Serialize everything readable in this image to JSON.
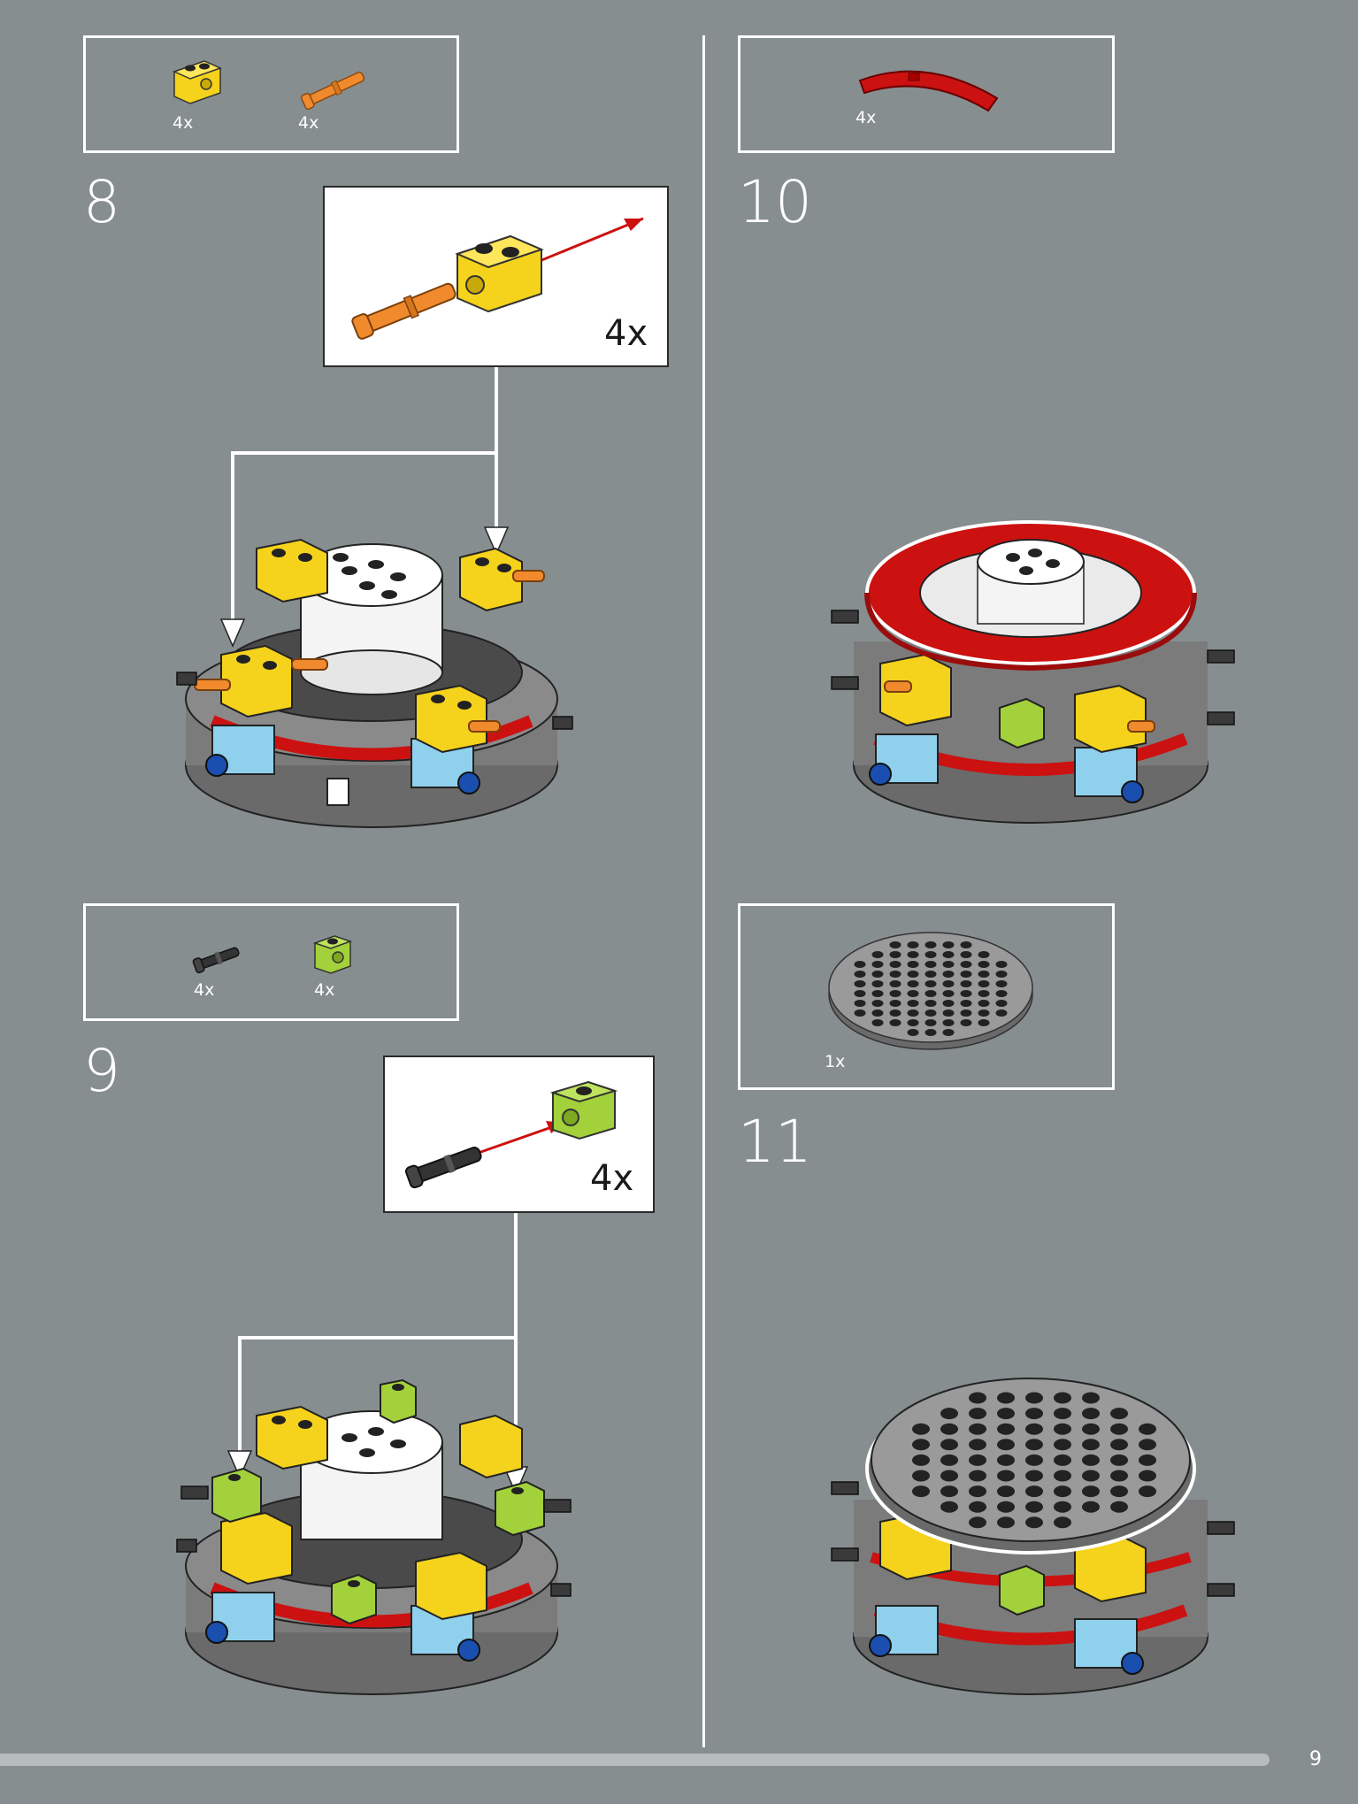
{
  "colors": {
    "background": "#878e90",
    "yellow": "#f5d21c",
    "orange": "#f08a2c",
    "red": "#cc1111",
    "light_blue": "#8fd0ec",
    "blue": "#1a4fb0",
    "lime": "#a3d13b",
    "white": "#ffffff",
    "dark_gray": "#3a3a3a"
  },
  "steps": [
    {
      "number": "8",
      "parts": [
        {
          "icon": "yellow-technic-brick-icon",
          "qty": "4x"
        },
        {
          "icon": "orange-technic-pin-icon",
          "qty": "4x"
        }
      ],
      "callout_qty": "4x"
    },
    {
      "number": "9",
      "parts": [
        {
          "icon": "black-technic-pin-icon",
          "qty": "4x"
        },
        {
          "icon": "lime-technic-brick-icon",
          "qty": "4x"
        }
      ],
      "callout_qty": "4x"
    },
    {
      "number": "10",
      "parts": [
        {
          "icon": "red-curved-tile-icon",
          "qty": "4x"
        }
      ]
    },
    {
      "number": "11",
      "parts": [
        {
          "icon": "round-gray-plate-icon",
          "qty": "1x"
        }
      ]
    }
  ],
  "page_number": "9"
}
